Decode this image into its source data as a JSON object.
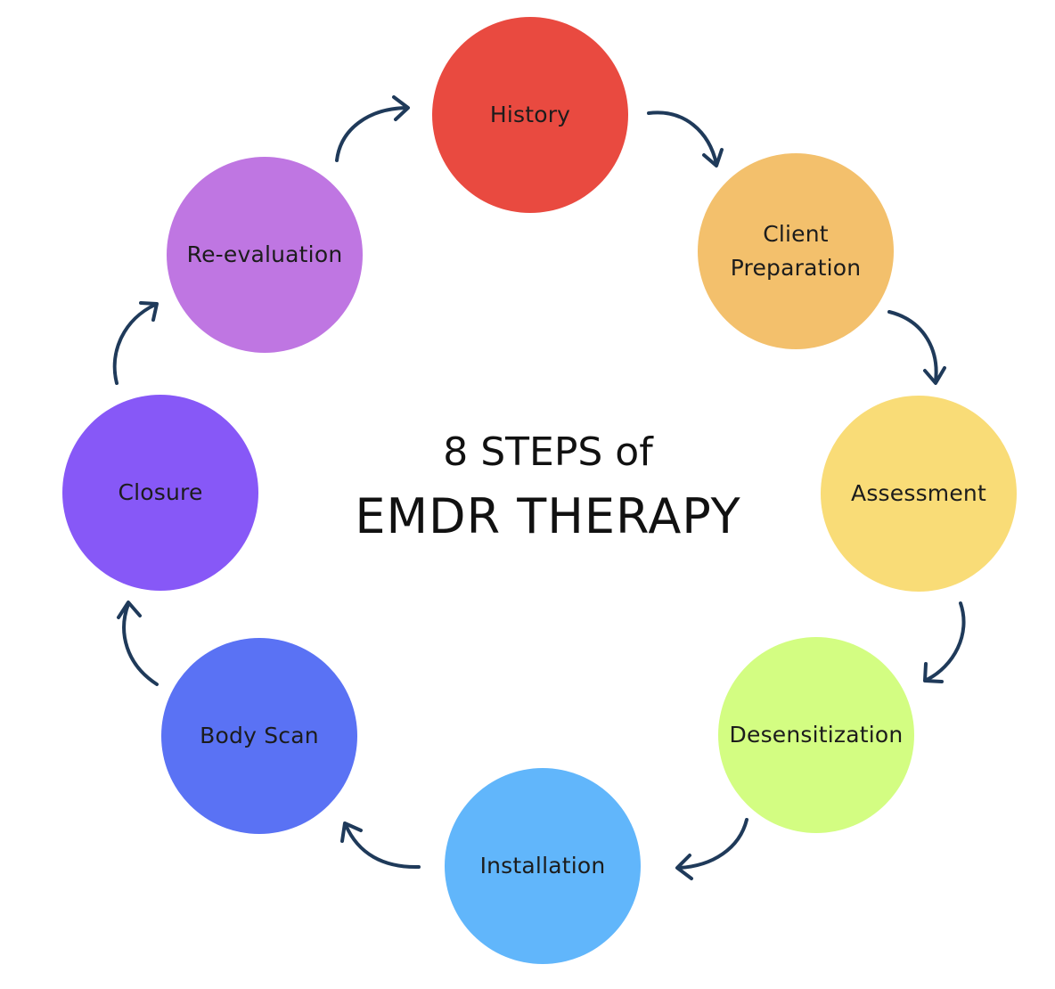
{
  "title": {
    "line1": "8 STEPS of",
    "line2": "EMDR THERAPY"
  },
  "steps": [
    {
      "label_lines": [
        "History"
      ],
      "color": "#E94A40"
    },
    {
      "label_lines": [
        "Client",
        "Preparation"
      ],
      "color": "#F3C06C"
    },
    {
      "label_lines": [
        "Assessment"
      ],
      "color": "#F9DC77"
    },
    {
      "label_lines": [
        "Desensitization"
      ],
      "color": "#D3FD82"
    },
    {
      "label_lines": [
        "Installation"
      ],
      "color": "#61B6FB"
    },
    {
      "label_lines": [
        "Body Scan"
      ],
      "color": "#5A72F4"
    },
    {
      "label_lines": [
        "Closure"
      ],
      "color": "#8758F7"
    },
    {
      "label_lines": [
        "Re-evaluation"
      ],
      "color": "#BF76E2"
    }
  ],
  "arrow_color": "#1F3A5A"
}
